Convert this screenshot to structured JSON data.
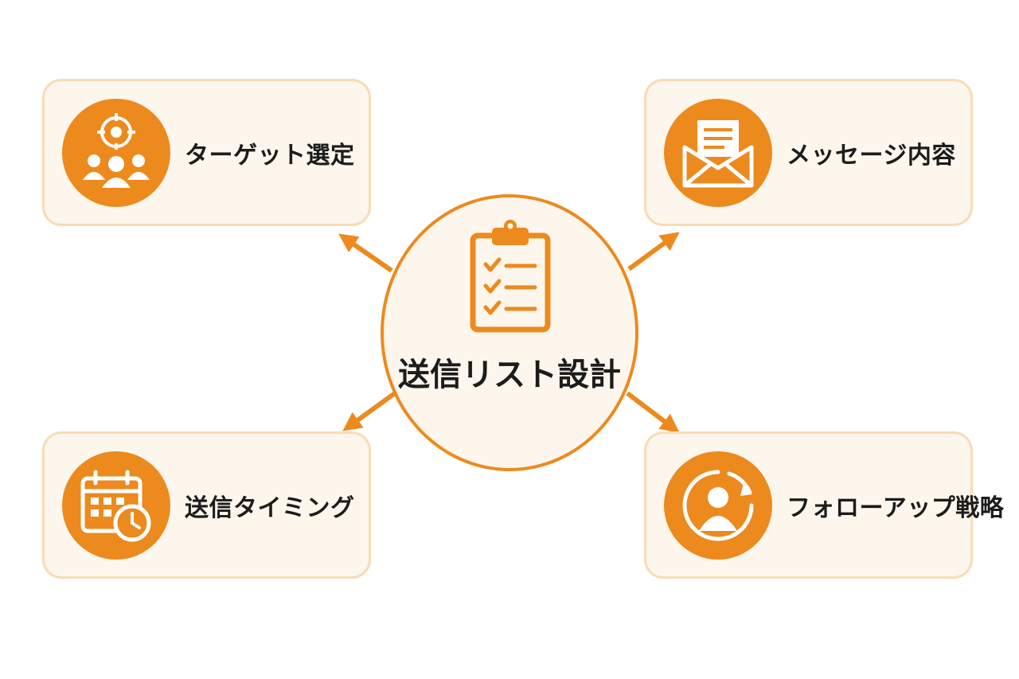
{
  "center": {
    "title": "送信リスト設計",
    "icon": "clipboard-checklist-icon"
  },
  "nodes": [
    {
      "label": "ターゲット選定",
      "icon": "target-audience-icon"
    },
    {
      "label": "メッセージ内容",
      "icon": "envelope-letter-icon"
    },
    {
      "label": "送信タイミング",
      "icon": "calendar-clock-icon"
    },
    {
      "label": "フォローアップ戦略",
      "icon": "person-refresh-icon"
    }
  ],
  "colors": {
    "accent": "#ec8a1e",
    "card_background": "#fdf6ec",
    "card_border": "#f8dcb4",
    "text": "#1c1c1c"
  }
}
